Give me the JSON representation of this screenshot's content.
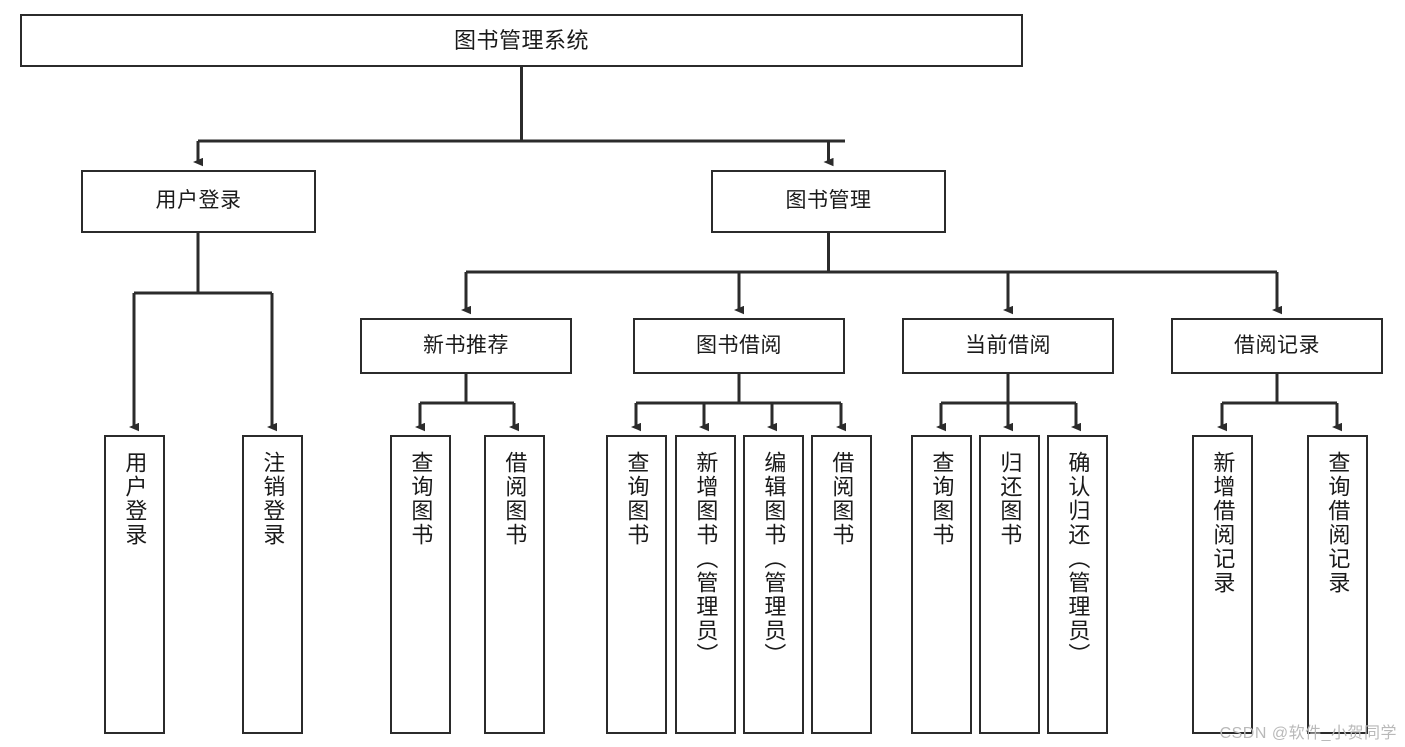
{
  "diagram": {
    "type": "tree",
    "title": "图书管理系统",
    "watermark": "CSDN @软件_小贺同学",
    "line_color": "#2b2b2b",
    "node_fill": "#ffffff",
    "text_color": "#1a1a1a",
    "watermark_color": "#b9b9b9"
  },
  "nodes": {
    "root": {
      "label": "图书管理系统"
    },
    "level2": [
      {
        "id": "user-login",
        "label": "用户登录"
      },
      {
        "id": "book-manage",
        "label": "图书管理"
      }
    ],
    "level3": [
      {
        "id": "new-book-rec",
        "label": "新书推荐"
      },
      {
        "id": "book-borrow",
        "label": "图书借阅"
      },
      {
        "id": "current-borrow",
        "label": "当前借阅"
      },
      {
        "id": "borrow-record",
        "label": "借阅记录"
      }
    ],
    "leaves": {
      "user_login": [
        {
          "id": "leaf-user-login",
          "label": "用户登录"
        },
        {
          "id": "leaf-logout",
          "label": "注销登录"
        }
      ],
      "new_book_rec": [
        {
          "id": "leaf-query-book-1",
          "label": "查询图书"
        },
        {
          "id": "leaf-borrow-book-1",
          "label": "借阅图书"
        }
      ],
      "book_borrow": [
        {
          "id": "leaf-query-book-2",
          "label": "查询图书"
        },
        {
          "id": "leaf-add-book",
          "label": "新增图书（管理员）"
        },
        {
          "id": "leaf-edit-book",
          "label": "编辑图书（管理员）"
        },
        {
          "id": "leaf-borrow-book-2",
          "label": "借阅图书"
        }
      ],
      "current_borrow": [
        {
          "id": "leaf-query-book-3",
          "label": "查询图书"
        },
        {
          "id": "leaf-return-book",
          "label": "归还图书"
        },
        {
          "id": "leaf-confirm-return",
          "label": "确认归还（管理员）"
        }
      ],
      "borrow_record": [
        {
          "id": "leaf-add-record",
          "label": "新增借阅记录"
        },
        {
          "id": "leaf-query-record",
          "label": "查询借阅记录"
        }
      ]
    }
  }
}
